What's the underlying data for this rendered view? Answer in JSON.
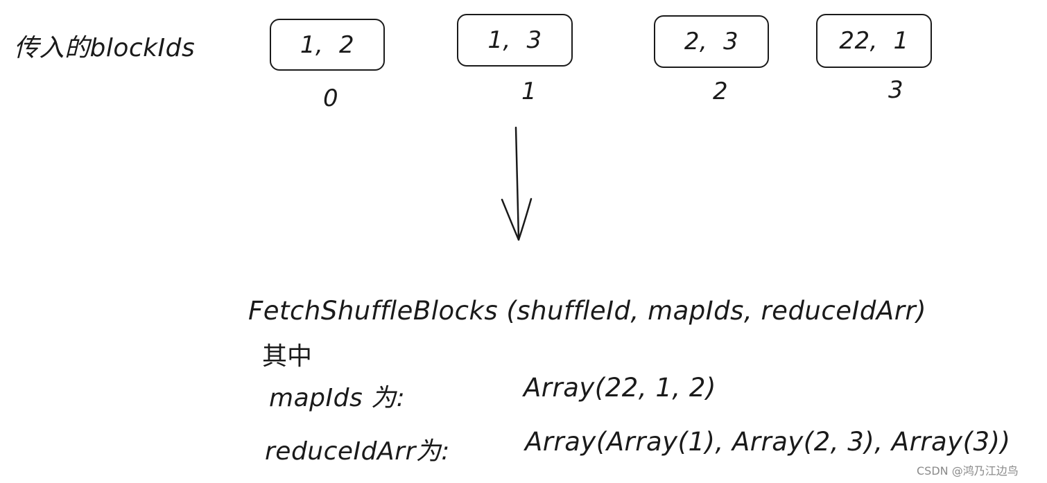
{
  "input_label": "传入的blockIds",
  "blocks": [
    {
      "value": "1,  2",
      "index": "0"
    },
    {
      "value": "1,  3",
      "index": "1"
    },
    {
      "value": "2,  3",
      "index": "2"
    },
    {
      "value": "22,  1",
      "index": "3"
    }
  ],
  "call_signature": "FetchShuffleBlocks (shuffleId, mapIds, reduceIdArr)",
  "among_label": "其中",
  "map_ids": {
    "label": "mapIds 为:",
    "value": "Array(22, 1, 2)"
  },
  "reduce_id_arr": {
    "label": "reduceIdArr为:",
    "value": "Array(Array(1), Array(2, 3), Array(3))"
  },
  "watermark": "CSDN @鸿乃江边鸟",
  "colors": {
    "ink": "#1a1a1a",
    "background": "#ffffff",
    "watermark": "#8a8a8a"
  }
}
